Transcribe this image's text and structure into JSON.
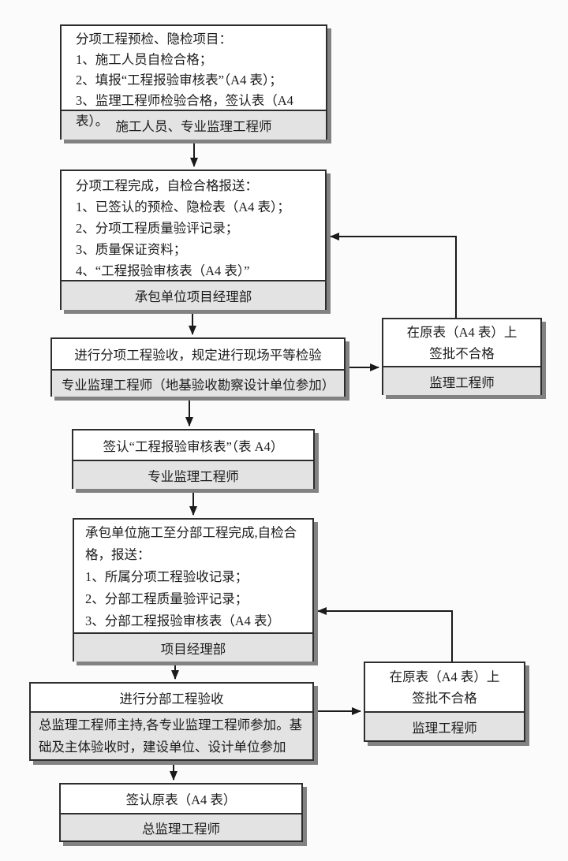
{
  "colors": {
    "background": "#fbfbfb",
    "box_fill": "#ffffff",
    "footer_fill": "#e3e3e3",
    "border": "#2e2e2e",
    "shadow": "#828282",
    "connector": "#1a1a1a",
    "text": "#1c1c1c"
  },
  "boxes": {
    "b1": {
      "lines": [
        "分项工程预检、隐检项目：",
        "1、施工人员自检合格；",
        "2、填报“工程报验审核表”（A4 表）；",
        "3、监理工程师检验合格，签认表（A4 表）。"
      ],
      "footer": "施工人员、专业监理工程师"
    },
    "b2": {
      "lines": [
        "分项工程完成，自检合格报送：",
        "1、已签认的预检、隐检表（A4 表）；",
        "2、分项工程质量验评记录；",
        "3、质量保证资料；",
        "4、“工程报验审核表（A4 表）”"
      ],
      "footer": "承包单位项目经理部"
    },
    "b3": {
      "title": "进行分项工程验收，规定进行现场平等检验",
      "footer": "专业监理工程师（地基验收勘察设计单位参加）"
    },
    "r1": {
      "lines": [
        "在原表（A4 表）上",
        "签批不合格"
      ],
      "footer": "监理工程师"
    },
    "b4": {
      "title": "签认“工程报验审核表”（表 A4）",
      "footer": "专业监理工程师"
    },
    "b5": {
      "lines": [
        "承包单位施工至分部工程完成,自检合格，报送：",
        "1、所属分项工程验收记录；",
        "2、分部工程质量验评记录；",
        "3、分部工程报验审核表（A4 表）"
      ],
      "footer": "项目经理部"
    },
    "b6": {
      "title": "进行分部工程验收",
      "footer": "总监理工程师主持,各专业监理工程师参加。基础及主体验收时，建设单位、设计单位参加"
    },
    "r2": {
      "lines": [
        "在原表（A4 表）上",
        "签批不合格"
      ],
      "footer": "监理工程师"
    },
    "b7": {
      "title": "签认原表（A4 表）",
      "footer": "总监理工程师"
    }
  }
}
